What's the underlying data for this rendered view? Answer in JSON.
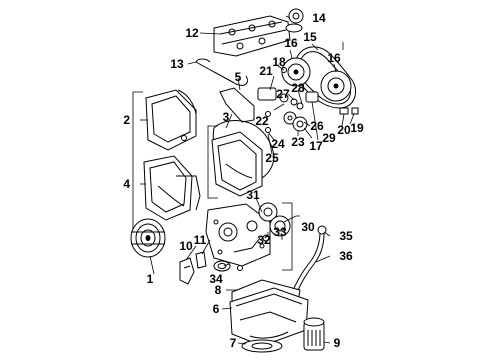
{
  "diagram": {
    "callouts": {
      "c1": "1",
      "c2": "2",
      "c3": "3",
      "c4": "4",
      "c5": "5",
      "c6": "6",
      "c7": "7",
      "c8": "8",
      "c9": "9",
      "c10": "10",
      "c11": "11",
      "c12": "12",
      "c13": "13",
      "c14": "14",
      "c15": "15",
      "c16a": "16",
      "c16b": "16",
      "c17": "17",
      "c18": "18",
      "c19": "19",
      "c20": "20",
      "c21": "21",
      "c22": "22",
      "c23": "23",
      "c24": "24",
      "c25": "25",
      "c26": "26",
      "c27": "27",
      "c28": "28",
      "c29": "29",
      "c30": "30",
      "c31": "31",
      "c32": "32",
      "c33": "33",
      "c34": "34",
      "c35": "35",
      "c36": "36"
    }
  }
}
